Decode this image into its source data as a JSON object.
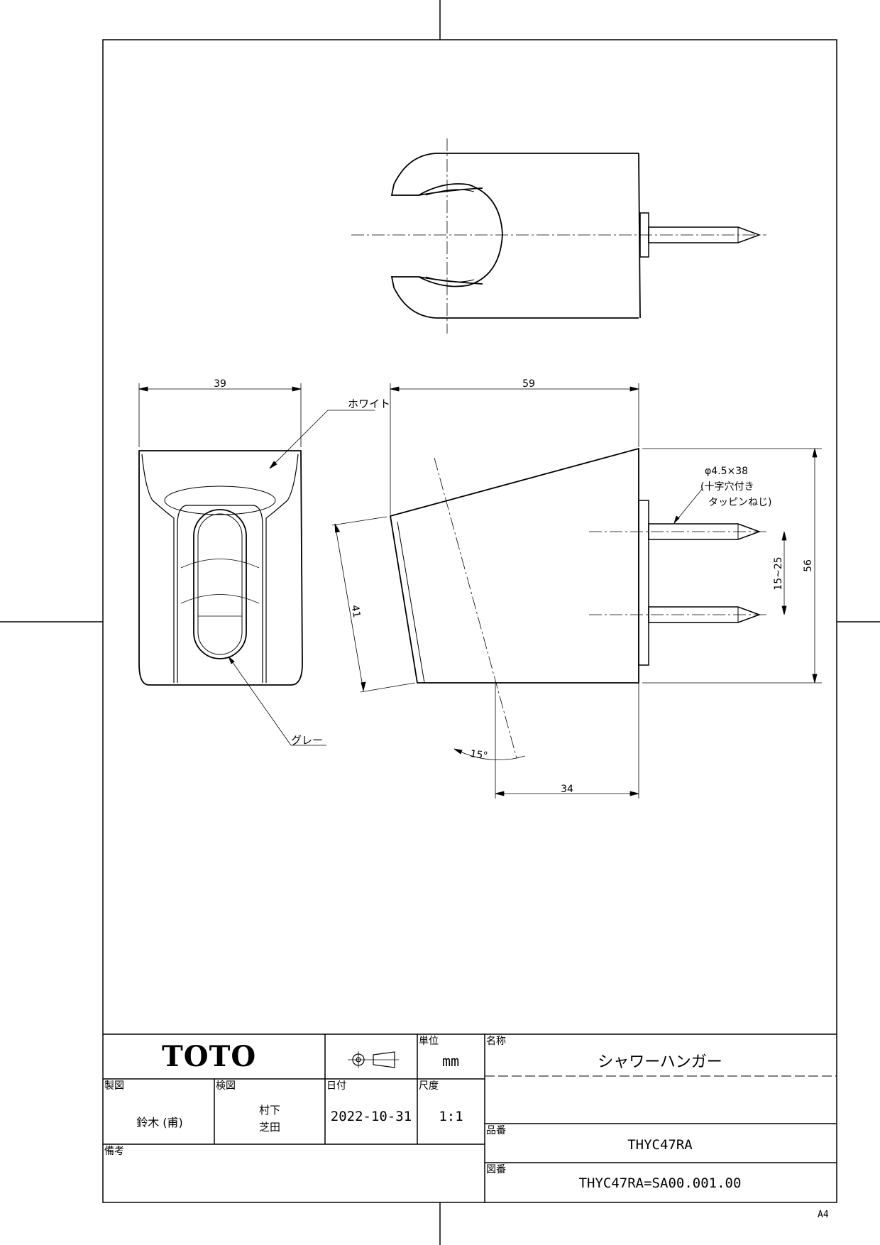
{
  "drawing": {
    "dim_width_front": "39",
    "dim_length_side": "59",
    "dim_slant_face": "41",
    "dim_height": "56",
    "dim_pitch": "15~25",
    "dim_bottom": "34",
    "dim_angle": "15°",
    "screw_spec_line1": "φ4.5×38",
    "screw_spec_line2": "(十字穴付き",
    "screw_spec_line3": "タッピンねじ)",
    "label_white": "ホワイト",
    "label_grey": "グレー"
  },
  "title_block": {
    "company_logo": "TOTO",
    "unit_label": "単位",
    "unit_value": "mm",
    "name_label": "名称",
    "name_value": "シャワーハンガー",
    "drawn_label": "製図",
    "drawn_value": "鈴木 (甫)",
    "checked_label": "検図",
    "checked_value_1": "村下",
    "checked_value_2": "芝田",
    "date_label": "日付",
    "date_value": "2022-10-31",
    "scale_label": "尺度",
    "scale_value": "1:1",
    "part_no_label": "品番",
    "part_no_value": "THYC47RA",
    "drawing_no_label": "図番",
    "drawing_no_value": "THYC47RA=SA00.001.00",
    "remarks_label": "備考"
  },
  "sheet_size": "A4"
}
